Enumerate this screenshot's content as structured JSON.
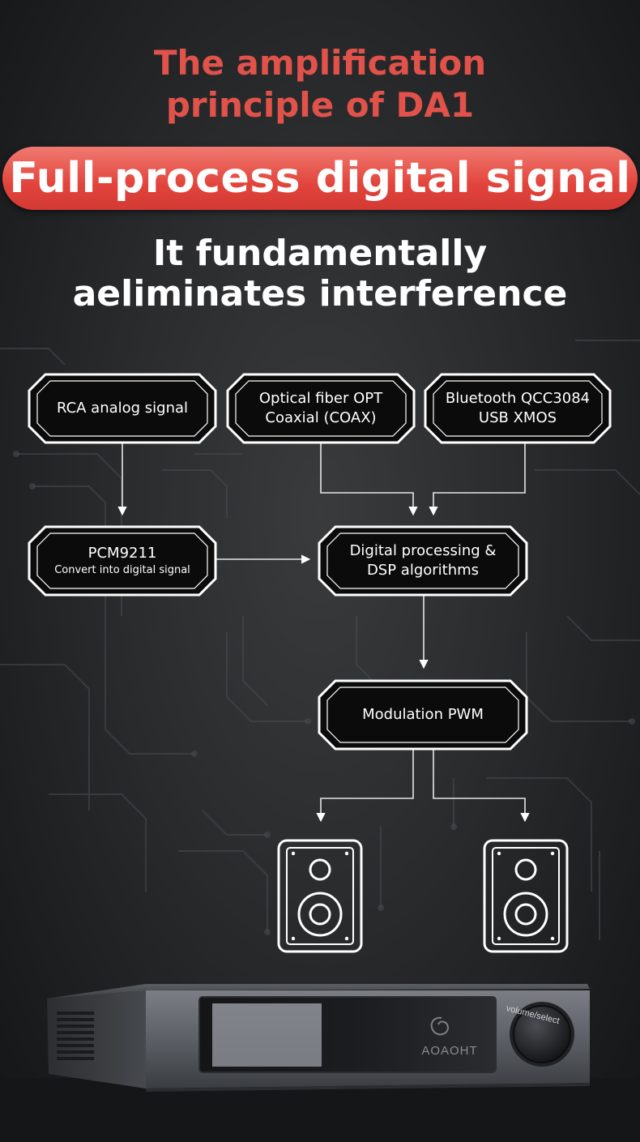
{
  "header": {
    "title_line1": "The amplification",
    "title_line2": "principle of DA1",
    "banner": "Full-process digital signal",
    "subtitle_line1": "It fundamentally",
    "subtitle_line2": "aeliminates interference"
  },
  "diagram": {
    "rca": {
      "line1": "RCA analog signal"
    },
    "optical": {
      "line1": "Optical fiber OPT",
      "line2": "Coaxial (COAX)"
    },
    "bluetooth": {
      "line1": "Bluetooth QCC3084",
      "line2": "USB XMOS"
    },
    "pcm": {
      "line1": "PCM9211",
      "line2": "Convert into digital signal"
    },
    "dsp": {
      "line1": "Digital processing &",
      "line2": "DSP algorithms"
    },
    "pwm": {
      "line1": "Modulation PWM"
    }
  },
  "device": {
    "brand": "AOAOHT",
    "knob_label": "volume/select"
  },
  "colors": {
    "accent_red": "#e0524a",
    "box_fill": "#0b0b0c",
    "box_border": "#ffffff"
  }
}
